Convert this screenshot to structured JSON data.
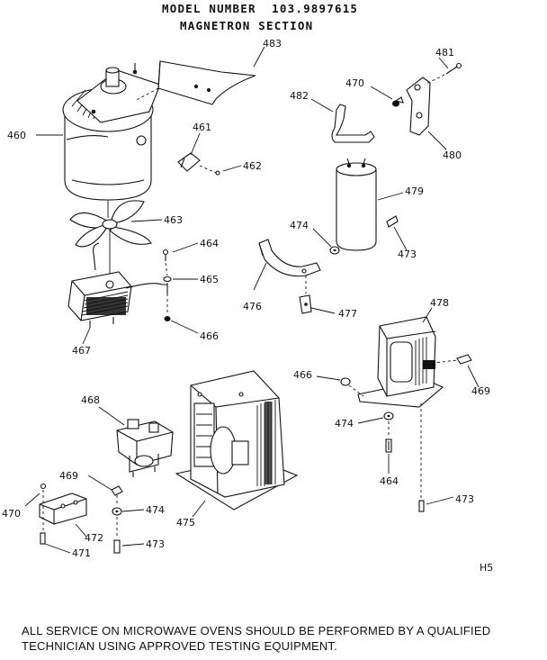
{
  "header": {
    "model_label": "MODEL NUMBER",
    "model_number": "103.9897615",
    "section": "MAGNETRON SECTION"
  },
  "page_code": "H5",
  "notice": {
    "line1": "ALL SERVICE ON MICROWAVE OVENS SHOULD BE PERFORMED BY A QUALIFIED",
    "line2": "TECHNICIAN USING APPROVED TESTING EQUIPMENT."
  },
  "callouts": {
    "c460": "460",
    "c461": "461",
    "c462": "462",
    "c463": "463",
    "c464": "464",
    "c465": "465",
    "c466a": "466",
    "c467": "467",
    "c468": "468",
    "c469a": "469",
    "c470a": "470",
    "c471": "471",
    "c472": "472",
    "c473a": "473",
    "c474a": "474",
    "c475": "475",
    "c476": "476",
    "c477": "477",
    "c478": "478",
    "c479": "479",
    "c474b": "474",
    "c473b": "473",
    "c480": "480",
    "c481": "481",
    "c482": "482",
    "c470b": "470",
    "c483": "483",
    "c466b": "466",
    "c474c": "474",
    "c464b": "464",
    "c473c": "473",
    "c469b": "469"
  }
}
